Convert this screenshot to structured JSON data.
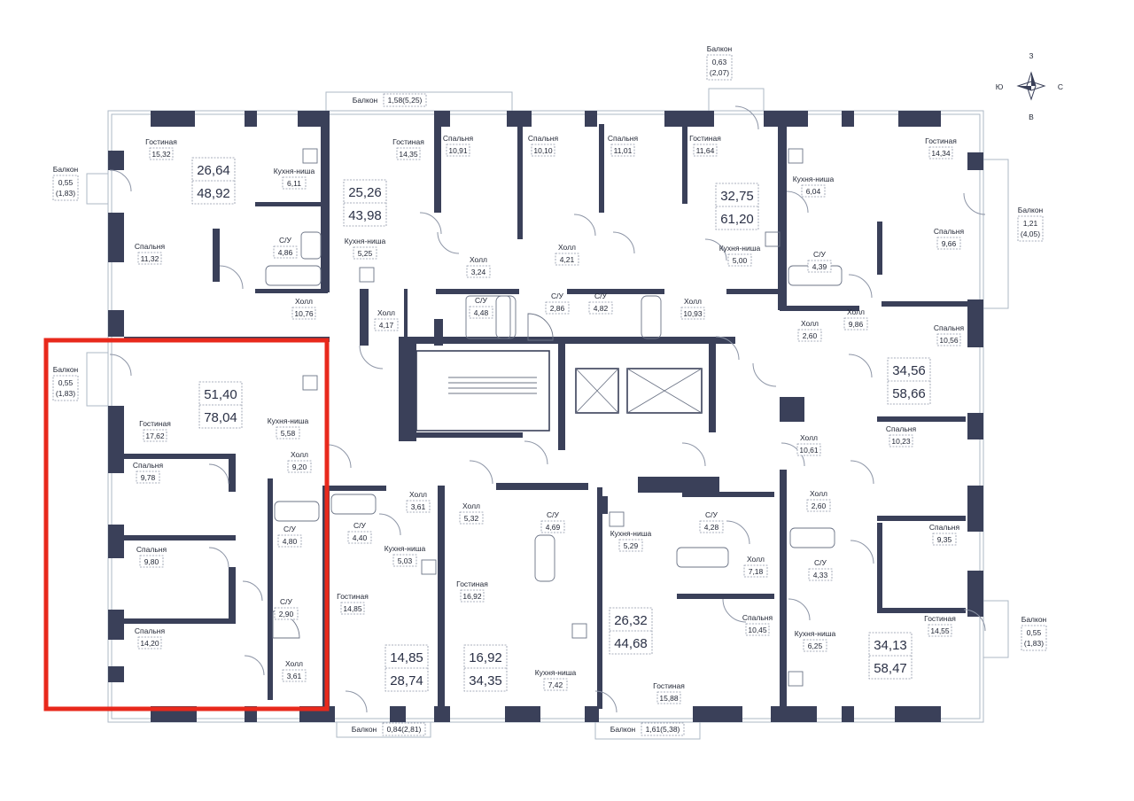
{
  "compass": {
    "n": "З",
    "w": "Ю",
    "e": "С",
    "s": "В"
  },
  "highlight_color": "#e8291c",
  "wall_color": "#3a4059",
  "rooms": [
    {
      "label": "Гостиная",
      "value": "15,32"
    },
    {
      "label": "Кухня-ниша",
      "value": "6,11"
    },
    {
      "label": "С/У",
      "value": "4,86"
    },
    {
      "label": "Спальня",
      "value": "11,32"
    },
    {
      "label": "Холл",
      "value": "10,76"
    },
    {
      "label": "Гостиная",
      "value": "14,35"
    },
    {
      "label": "Кухня-ниша",
      "value": "5,25"
    },
    {
      "label": "Холл",
      "value": "4,17"
    },
    {
      "label": "Спальня",
      "value": "10,91"
    },
    {
      "label": "Холл",
      "value": "3,24"
    },
    {
      "label": "С/У",
      "value": "4,48"
    },
    {
      "label": "Спальня",
      "value": "10,10"
    },
    {
      "label": "Холл",
      "value": "4,21"
    },
    {
      "label": "С/У",
      "value": "2,86"
    },
    {
      "label": "Спальня",
      "value": "11,01"
    },
    {
      "label": "С/У",
      "value": "4,82"
    },
    {
      "label": "Гостиная",
      "value": "11,64"
    },
    {
      "label": "Кухня-ниша",
      "value": "5,00"
    },
    {
      "label": "Холл",
      "value": "10,93"
    },
    {
      "label": "Кухня-ниша",
      "value": "6,04"
    },
    {
      "label": "С/У",
      "value": "4,39"
    },
    {
      "label": "Холл",
      "value": "2,60"
    },
    {
      "label": "Холл",
      "value": "9,86"
    },
    {
      "label": "Гостиная",
      "value": "14,34"
    },
    {
      "label": "Спальня",
      "value": "9,66"
    },
    {
      "label": "Спальня",
      "value": "10,56"
    },
    {
      "label": "Гостиная",
      "value": "17,62"
    },
    {
      "label": "Кухня-ниша",
      "value": "5,58"
    },
    {
      "label": "Холл",
      "value": "9,20"
    },
    {
      "label": "Спальня",
      "value": "9,78"
    },
    {
      "label": "С/У",
      "value": "4,80"
    },
    {
      "label": "Спальня",
      "value": "9,80"
    },
    {
      "label": "С/У",
      "value": "2,90"
    },
    {
      "label": "Спальня",
      "value": "14,20"
    },
    {
      "label": "Холл",
      "value": "3,61"
    },
    {
      "label": "Холл",
      "value": "3,61"
    },
    {
      "label": "С/У",
      "value": "4,40"
    },
    {
      "label": "Кухня-ниша",
      "value": "5,03"
    },
    {
      "label": "Гостиная",
      "value": "14,85"
    },
    {
      "label": "Холл",
      "value": "5,32"
    },
    {
      "label": "Гостиная",
      "value": "16,92"
    },
    {
      "label": "С/У",
      "value": "4,69"
    },
    {
      "label": "Кухня-ниша",
      "value": "7,42"
    },
    {
      "label": "Кухня-ниша",
      "value": "5,29"
    },
    {
      "label": "С/У",
      "value": "4,28"
    },
    {
      "label": "Холл",
      "value": "7,18"
    },
    {
      "label": "Гостиная",
      "value": "15,88"
    },
    {
      "label": "Спальня",
      "value": "10,45"
    },
    {
      "label": "Холл",
      "value": "10,61"
    },
    {
      "label": "Спальня",
      "value": "10,23"
    },
    {
      "label": "Холл",
      "value": "2,60"
    },
    {
      "label": "С/У",
      "value": "4,33"
    },
    {
      "label": "Спальня",
      "value": "9,35"
    },
    {
      "label": "Кухня-ниша",
      "value": "6,25"
    },
    {
      "label": "Гостиная",
      "value": "14,55"
    }
  ],
  "apartments": [
    {
      "living": "26,64",
      "total": "48,92"
    },
    {
      "living": "25,26",
      "total": "43,98"
    },
    {
      "living": "32,75",
      "total": "61,20"
    },
    {
      "living": "51,40",
      "total": "78,04"
    },
    {
      "living": "34,56",
      "total": "58,66"
    },
    {
      "living": "14,85",
      "total": "28,74"
    },
    {
      "living": "16,92",
      "total": "34,35"
    },
    {
      "living": "26,32",
      "total": "44,68"
    },
    {
      "living": "34,13",
      "total": "58,47"
    }
  ],
  "balconies": [
    {
      "label": "Балкон",
      "value": "0,55",
      "extra": "(1,83)"
    },
    {
      "label": "Балкон",
      "value": "1,58(5,25)"
    },
    {
      "label": "Балкон",
      "value": "0,63",
      "extra": "(2,07)"
    },
    {
      "label": "Балкон",
      "value": "1,21",
      "extra": "(4,05)"
    },
    {
      "label": "Балкон",
      "value": "0,55",
      "extra": "(1,83)"
    },
    {
      "label": "Балкон",
      "value": "0,84(2,81)"
    },
    {
      "label": "Балкон",
      "value": "1,61(5,38)"
    },
    {
      "label": "Балкон",
      "value": "0,55",
      "extra": "(1,83)"
    }
  ]
}
